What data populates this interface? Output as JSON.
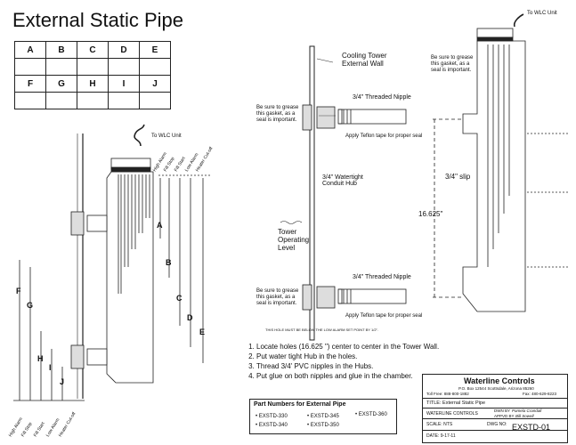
{
  "title": "External Static Pipe",
  "dim_table": {
    "row1": [
      "A",
      "B",
      "C",
      "D",
      "E"
    ],
    "row2": [
      "F",
      "G",
      "H",
      "I",
      "J"
    ]
  },
  "left_view": {
    "to_wlc": "To WLC Unit",
    "top_labels": [
      "High Alarm",
      "Fill Stop",
      "Fill Start",
      "Low Alarm",
      "Heater Cut-off"
    ],
    "bottom_labels": [
      "High Alarm",
      "Fill Stop",
      "Fill Start",
      "Low Alarm",
      "Heater Cut-off"
    ],
    "letters_right": [
      "A",
      "B",
      "C",
      "D",
      "E"
    ],
    "letters_left": [
      "F",
      "G",
      "H",
      "I",
      "J"
    ]
  },
  "middle_view": {
    "cooling_tower_wall": "Cooling Tower External Wall",
    "gasket_note": "Be sure to grease this gasket, as a seal is important.",
    "nipple_top": "3/4\" Threaded Nipple",
    "teflon_note": "Apply Teflon tape for proper seal",
    "hub": "3/4\" Watertight Conduit Hub",
    "tower_level": "Tower Operating Level",
    "nipple_bottom": "3/4\" Threaded Nipple",
    "below_note": "THIS HOLE MUST BE BELOW THE LOW ALARM SET POINT BY 1/2\"."
  },
  "right_view": {
    "to_wlc": "To WLC Unit",
    "gasket_note": "Be sure to grease this gasket, as a seal is important.",
    "slip": "3/4\" slip",
    "length": "16.625\""
  },
  "steps": [
    "Locate holes (16.625 \") center to center in the Tower Wall.",
    "Put water tight Hub in the holes.",
    "Thread 3/4' PVC nipples in the Hubs.",
    "Put glue on both nipples and glue in the chamber."
  ],
  "parts": {
    "heading": "Part Numbers for External Pipe",
    "items": [
      "EXSTD-330",
      "EXSTD-345",
      "EXSTD-360",
      "EXSTD-340",
      "EXSTD-350"
    ]
  },
  "title_block": {
    "company": "Waterline Controls",
    "address": "P.O. Box 12544  Scottsdale, Arizona 85260",
    "toll_free": "Toll Free: 888-800-1882",
    "fax": "Fax: 480-629-8223",
    "title": "TITLE:  External Static Pipe",
    "dept": "WATERLINE CONTROLS",
    "dwn_by": "DWN BY",
    "dwn_name": "Pamela Crandall",
    "appvd_by": "APPVD BY",
    "appvd_name": "Bill Sowell",
    "scale": "SCALE:  NTS",
    "date": "DATE:  9-17-11",
    "dwg_no_label": "DWG NO:",
    "dwg_no": "EXSTD-01"
  }
}
